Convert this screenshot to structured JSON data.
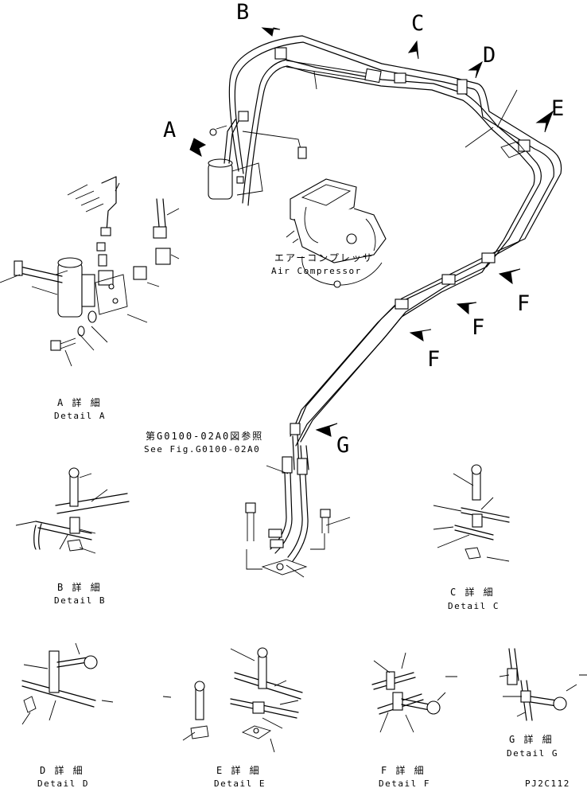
{
  "arrows": {
    "a": "A",
    "b": "B",
    "c": "C",
    "d": "D",
    "e": "E",
    "f1": "F",
    "f2": "F",
    "f3": "F",
    "g": "G"
  },
  "compressor": {
    "label_jp": "エアーコンプレッサ",
    "label_en": "Air Compressor"
  },
  "reference": {
    "label_jp": "第G0100-02A0図参照",
    "label_en": "See Fig.G0100-02A0"
  },
  "details": {
    "a": {
      "jp": "A 詳 細",
      "en": "Detail A"
    },
    "b": {
      "jp": "B 詳 細",
      "en": "Detail B"
    },
    "c": {
      "jp": "C 詳 細",
      "en": "Detail C"
    },
    "d": {
      "jp": "D 詳 細",
      "en": "Detail D"
    },
    "e": {
      "jp": "E 詳 細",
      "en": "Detail E"
    },
    "f": {
      "jp": "F 詳 細",
      "en": "Detail F"
    },
    "g": {
      "jp": "G 詳 細",
      "en": "Detail G"
    }
  },
  "figure_code": "PJ2C112"
}
